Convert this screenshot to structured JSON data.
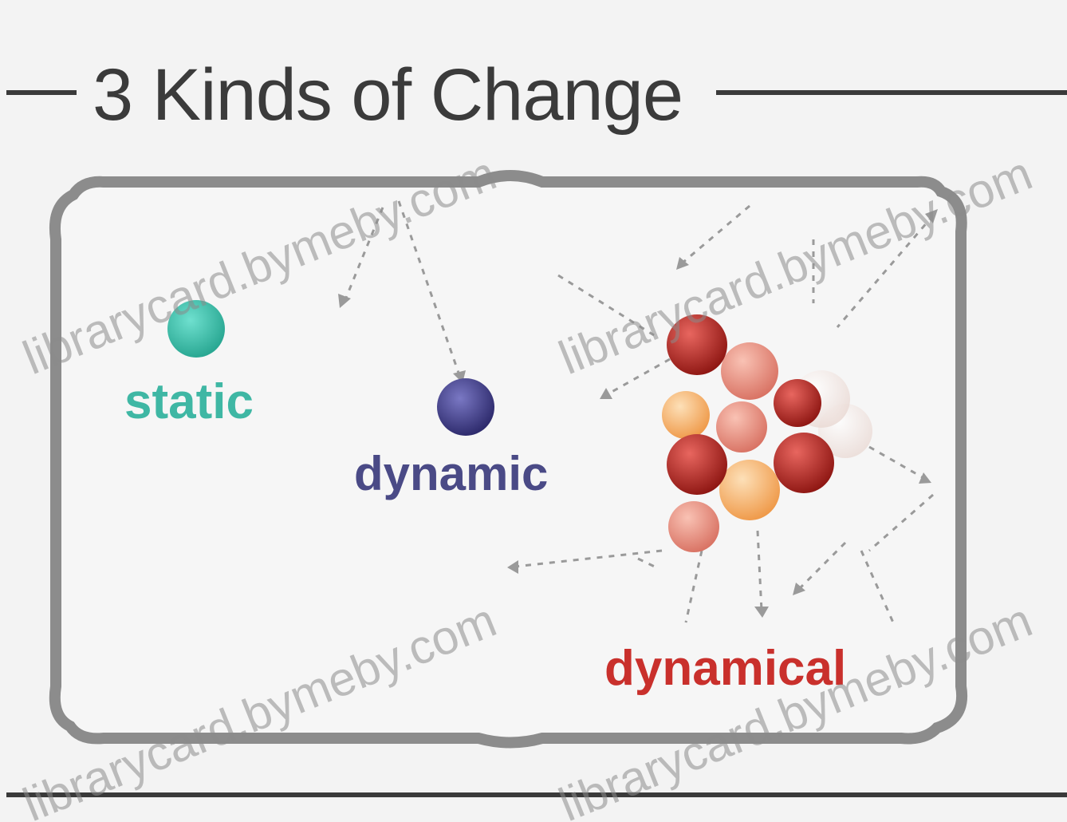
{
  "title": "3 Kinds of Change",
  "labels": {
    "static": "static",
    "dynamic": "dynamic",
    "dynamical": "dynamical"
  },
  "watermark": "librarycard.bymeby.com",
  "colors": {
    "static": "#3fb7a4",
    "dynamic": "#4a4a86",
    "dynamical": "#c9302c",
    "frame": "#8c8c8c",
    "title_rule": "#3a3a3a"
  }
}
